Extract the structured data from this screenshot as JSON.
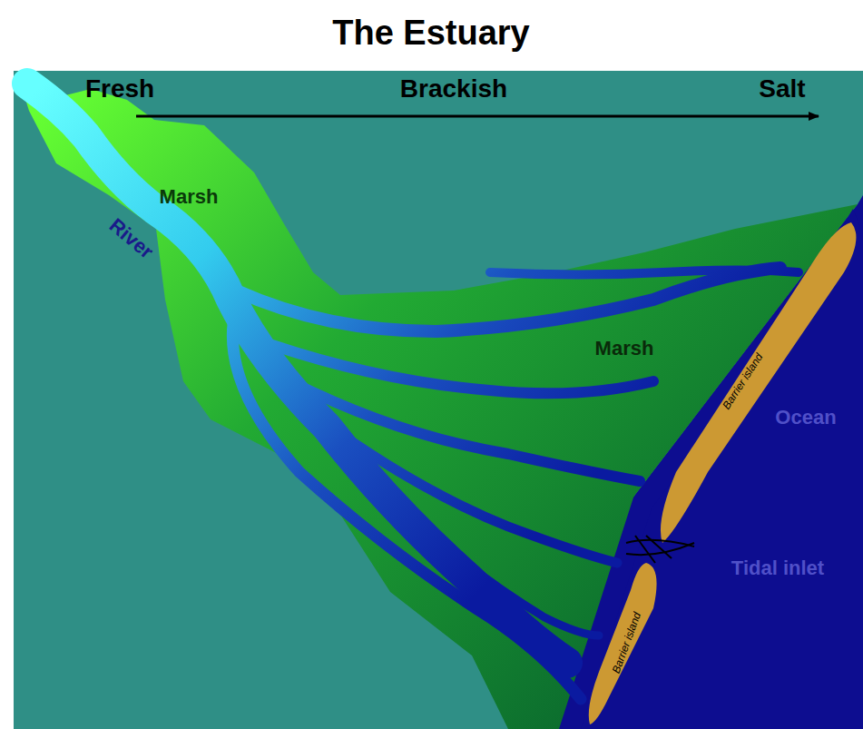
{
  "diagram": {
    "title": "The Estuary",
    "labels": [
      "Fresh",
      "Brackish",
      "Salt",
      "Marsh",
      "River",
      "Marsh",
      "Barrier island",
      "Ocean",
      "Tidal inlet",
      "Barrier island"
    ]
  }
}
